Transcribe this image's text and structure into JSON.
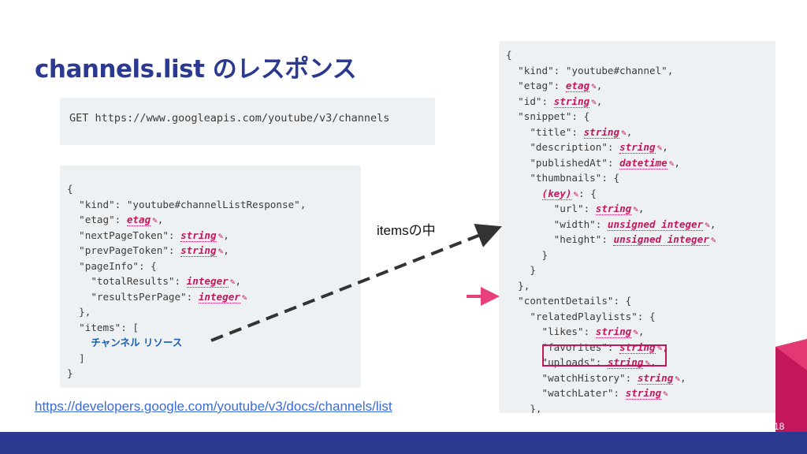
{
  "slide": {
    "title": "channels.list のレスポンス",
    "request": "GET https://www.googleapis.com/youtube/v3/channels",
    "link": "https://developers.google.com/youtube/v3/docs/channels/list",
    "note": "itemsの中",
    "page_number": "18"
  },
  "colors": {
    "title": "#2b3990",
    "type_highlight": "#c2185b",
    "resource_link": "#1a5fb4",
    "footer_bar": "#2b3990",
    "corner_accent": "#c2185b",
    "arrow": "#333333"
  },
  "icons": {
    "edit": "pencil-icon"
  },
  "left_code": [
    [
      {
        "t": "{"
      }
    ],
    [
      {
        "t": "  \"kind\": \"youtube#channelListResponse\","
      }
    ],
    [
      {
        "t": "  \"etag\": "
      },
      {
        "ty": "etag"
      },
      {
        "t": ","
      }
    ],
    [
      {
        "t": "  \"nextPageToken\": "
      },
      {
        "ty": "string"
      },
      {
        "t": ","
      }
    ],
    [
      {
        "t": "  \"prevPageToken\": "
      },
      {
        "ty": "string"
      },
      {
        "t": ","
      }
    ],
    [
      {
        "t": "  \"pageInfo\": {"
      }
    ],
    [
      {
        "t": "    \"totalResults\": "
      },
      {
        "ty": "integer"
      },
      {
        "t": ","
      }
    ],
    [
      {
        "t": "    \"resultsPerPage\": "
      },
      {
        "ty": "integer"
      }
    ],
    [
      {
        "t": "  },"
      }
    ],
    [
      {
        "t": "  \"items\": ["
      }
    ],
    [
      {
        "t": "    "
      },
      {
        "res": "チャンネル リソース"
      }
    ],
    [
      {
        "t": "  ]"
      }
    ],
    [
      {
        "t": "}"
      }
    ]
  ],
  "right_code": [
    [
      {
        "t": "{"
      }
    ],
    [
      {
        "t": "  \"kind\": \"youtube#channel\","
      }
    ],
    [
      {
        "t": "  \"etag\": "
      },
      {
        "ty": "etag"
      },
      {
        "t": ","
      }
    ],
    [
      {
        "t": "  \"id\": "
      },
      {
        "ty": "string"
      },
      {
        "t": ","
      }
    ],
    [
      {
        "t": "  \"snippet\": {"
      }
    ],
    [
      {
        "t": "    \"title\": "
      },
      {
        "ty": "string"
      },
      {
        "t": ","
      }
    ],
    [
      {
        "t": "    \"description\": "
      },
      {
        "ty": "string"
      },
      {
        "t": ","
      }
    ],
    [
      {
        "t": "    \"publishedAt\": "
      },
      {
        "ty": "datetime"
      },
      {
        "t": ","
      }
    ],
    [
      {
        "t": "    \"thumbnails\": {"
      }
    ],
    [
      {
        "t": "      "
      },
      {
        "ty": "(key)"
      },
      {
        "t": ": {"
      }
    ],
    [
      {
        "t": "        \"url\": "
      },
      {
        "ty": "string"
      },
      {
        "t": ","
      }
    ],
    [
      {
        "t": "        \"width\": "
      },
      {
        "ty": "unsigned integer"
      },
      {
        "t": ","
      }
    ],
    [
      {
        "t": "        \"height\": "
      },
      {
        "ty": "unsigned integer"
      }
    ],
    [
      {
        "t": "      }"
      }
    ],
    [
      {
        "t": "    }"
      }
    ],
    [
      {
        "t": "  },"
      }
    ],
    [
      {
        "t": "  \"contentDetails\": {"
      }
    ],
    [
      {
        "t": "    \"relatedPlaylists\": {"
      }
    ],
    [
      {
        "t": "      \"likes\": "
      },
      {
        "ty": "string"
      },
      {
        "t": ","
      }
    ],
    [
      {
        "t": "      \"favorites\": "
      },
      {
        "ty": "string"
      },
      {
        "t": ","
      }
    ],
    [
      {
        "t": "      \"uploads\": "
      },
      {
        "ty": "string"
      },
      {
        "t": ","
      }
    ],
    [
      {
        "t": "      \"watchHistory\": "
      },
      {
        "ty": "string"
      },
      {
        "t": ","
      }
    ],
    [
      {
        "t": "      \"watchLater\": "
      },
      {
        "ty": "string"
      }
    ],
    [
      {
        "t": "    },"
      }
    ]
  ]
}
